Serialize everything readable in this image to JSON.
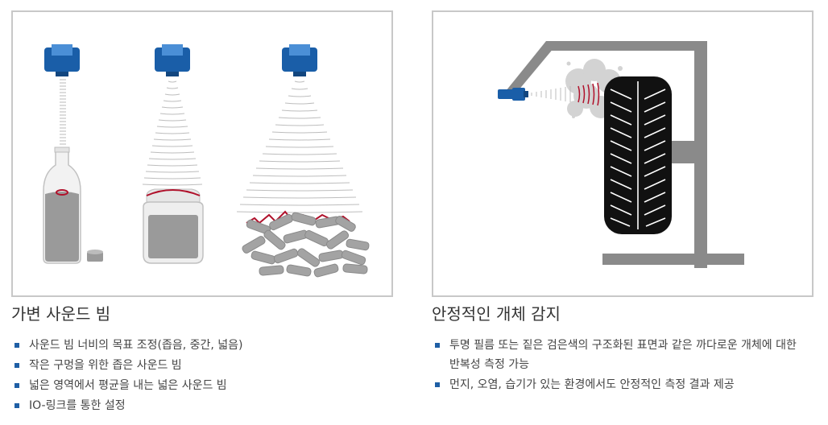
{
  "colors": {
    "accent": "#1f5fa5",
    "sensor_blue": "#1a5ea8",
    "highlight": "#b0112b",
    "frame_gray": "#8a8a8a"
  },
  "left_section": {
    "heading": "가변 사운드 빔",
    "bullets": [
      "사운드 빔 너비의 목표 조정(좁음, 중간, 넓음)",
      "작은 구멍을 위한 좁은 사운드 빔",
      "넓은 영역에서 평균을 내는 넓은 사운드 빔",
      "IO-링크를 통한 설정"
    ]
  },
  "right_section": {
    "heading": "안정적인 개체 감지",
    "bullets": [
      "투명 필름 또는 짙은 검은색의 구조화된 표면과 같은 까다로운 개체에 대한 반복성 측정 가능",
      "먼지, 오염, 습기가 있는 환경에서도 안정적인 측정 결과 제공"
    ]
  },
  "icons": {
    "sensor": "ultrasonic-sensor-icon",
    "bottle": "bottle-icon",
    "jar": "jar-icon",
    "screws": "screw-pile-icon",
    "tire": "tire-icon",
    "frame": "gallows-frame-icon"
  }
}
